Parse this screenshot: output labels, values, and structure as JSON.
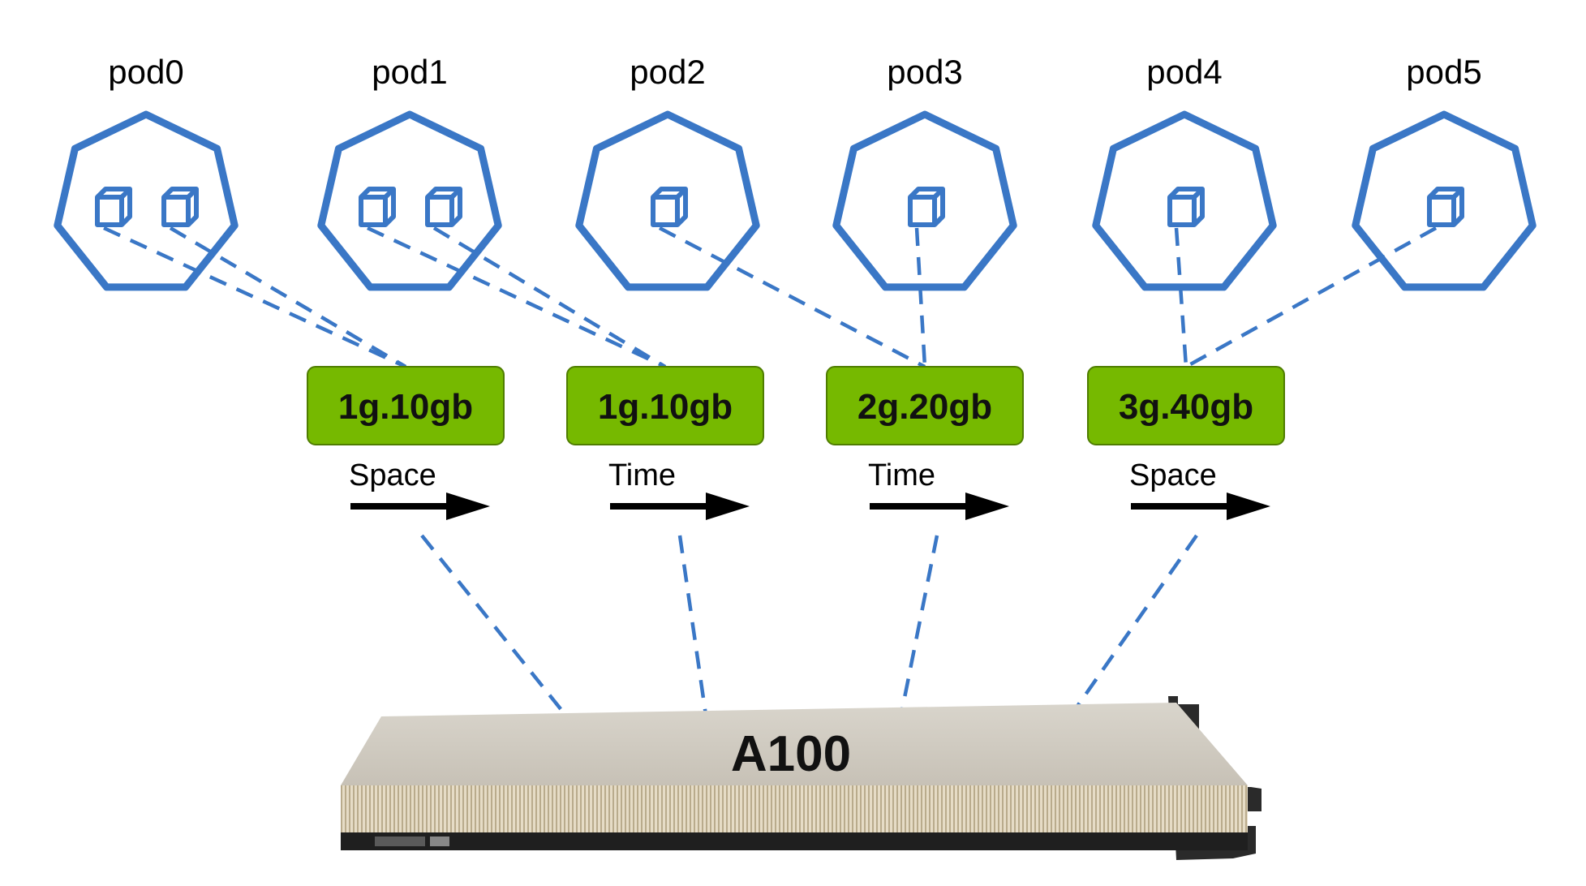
{
  "pods": [
    {
      "label": "pod0",
      "containers": 2
    },
    {
      "label": "pod1",
      "containers": 2
    },
    {
      "label": "pod2",
      "containers": 1
    },
    {
      "label": "pod3",
      "containers": 1
    },
    {
      "label": "pod4",
      "containers": 1
    },
    {
      "label": "pod5",
      "containers": 1
    }
  ],
  "slices": [
    {
      "label": "1g.10gb",
      "mode": "Space"
    },
    {
      "label": "1g.10gb",
      "mode": "Time"
    },
    {
      "label": "2g.20gb",
      "mode": "Time"
    },
    {
      "label": "3g.40gb",
      "mode": "Space"
    }
  ],
  "connections": [
    {
      "pod": 0,
      "container": 0,
      "slice": 0
    },
    {
      "pod": 0,
      "container": 1,
      "slice": 0
    },
    {
      "pod": 1,
      "container": 0,
      "slice": 1
    },
    {
      "pod": 1,
      "container": 1,
      "slice": 1
    },
    {
      "pod": 2,
      "container": 0,
      "slice": 2
    },
    {
      "pod": 3,
      "container": 0,
      "slice": 2
    },
    {
      "pod": 4,
      "container": 0,
      "slice": 3
    },
    {
      "pod": 5,
      "container": 0,
      "slice": 3
    }
  ],
  "gpu": {
    "label": "A100"
  },
  "colors": {
    "pod": "#3a77c6",
    "slice": "#76b900",
    "arrow": "#000000"
  }
}
